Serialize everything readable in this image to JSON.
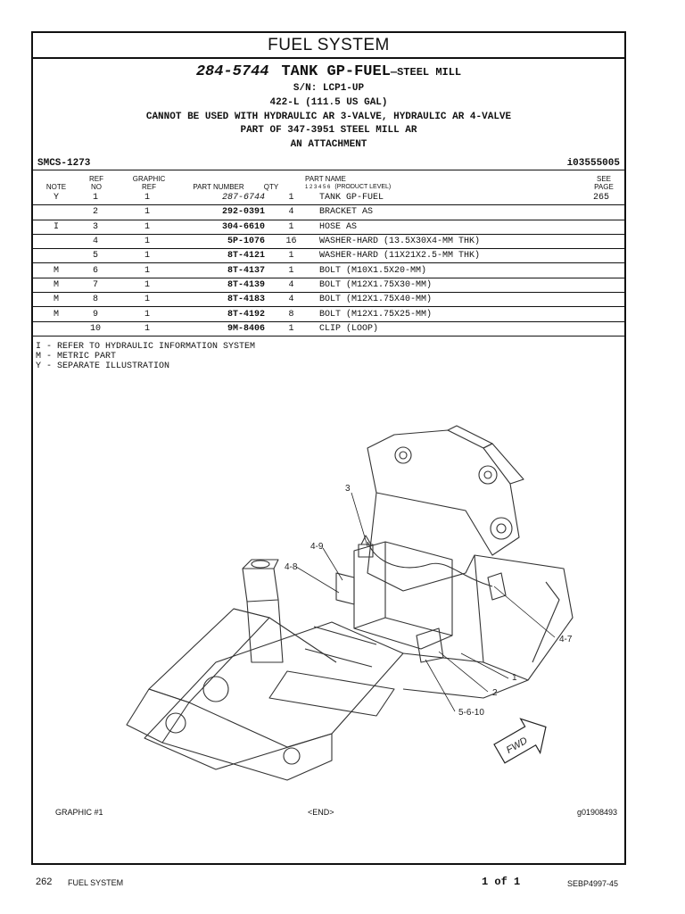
{
  "section_title": "FUEL SYSTEM",
  "header": {
    "part_number": "284-5744",
    "title_main": "TANK GP-FUEL",
    "title_sub": "—STEEL MILL",
    "serial": "S/N: LCP1-UP",
    "capacity": "422-L (111.5 US GAL)",
    "restriction": "CANNOT BE USED WITH  HYDRAULIC AR 3-VALVE, HYDRAULIC AR 4-VALVE",
    "part_of": "PART OF 347-3951 STEEL MILL AR",
    "attachment": "AN ATTACHMENT"
  },
  "smcs": "SMCS-1273",
  "doc_id": "i03555005",
  "columns": {
    "note": "NOTE",
    "ref_top": "REF",
    "ref_bottom": "NO",
    "graphic_top": "GRAPHIC",
    "graphic_bottom": "REF",
    "part_number": "PART NUMBER",
    "qty": "QTY",
    "part_name": "PART NAME",
    "product_level_digits": "1  2  3  4  5  6",
    "product_level": "(PRODUCT LEVEL)",
    "see_top": "SEE",
    "see_bottom": "PAGE"
  },
  "rows": [
    {
      "note": "Y",
      "ref": "1",
      "graphic": "1",
      "part": "287-6744",
      "qty": "1",
      "name": "TANK GP-FUEL",
      "see": "265"
    },
    {
      "note": "",
      "ref": "2",
      "graphic": "1",
      "part": "292-0391",
      "qty": "4",
      "name": "BRACKET AS",
      "see": ""
    },
    {
      "note": "I",
      "ref": "3",
      "graphic": "1",
      "part": "304-6610",
      "qty": "1",
      "name": "HOSE AS",
      "see": ""
    },
    {
      "note": "",
      "ref": "4",
      "graphic": "1",
      "part": "5P-1076",
      "qty": "16",
      "name": "WASHER-HARD  (13.5X30X4-MM THK)",
      "see": ""
    },
    {
      "note": "",
      "ref": "5",
      "graphic": "1",
      "part": "8T-4121",
      "qty": "1",
      "name": "WASHER-HARD  (11X21X2.5-MM THK)",
      "see": ""
    },
    {
      "note": "M",
      "ref": "6",
      "graphic": "1",
      "part": "8T-4137",
      "qty": "1",
      "name": "BOLT  (M10X1.5X20-MM)",
      "see": ""
    },
    {
      "note": "M",
      "ref": "7",
      "graphic": "1",
      "part": "8T-4139",
      "qty": "4",
      "name": "BOLT  (M12X1.75X30-MM)",
      "see": ""
    },
    {
      "note": "M",
      "ref": "8",
      "graphic": "1",
      "part": "8T-4183",
      "qty": "4",
      "name": "BOLT  (M12X1.75X40-MM)",
      "see": ""
    },
    {
      "note": "M",
      "ref": "9",
      "graphic": "1",
      "part": "8T-4192",
      "qty": "8",
      "name": "BOLT  (M12X1.75X25-MM)",
      "see": ""
    },
    {
      "note": "",
      "ref": "10",
      "graphic": "1",
      "part": "9M-8406",
      "qty": "1",
      "name": "CLIP  (LOOP)",
      "see": ""
    }
  ],
  "legend": [
    "I - REFER TO HYDRAULIC INFORMATION SYSTEM",
    "M - METRIC PART",
    "Y - SEPARATE ILLUSTRATION"
  ],
  "callouts": {
    "c3": "3",
    "c49": "4-9",
    "c48": "4-8",
    "c47": "4-7",
    "c1": "1",
    "c2": "2",
    "c5610": "5-6-10",
    "fwd": "FWD"
  },
  "graphic_footer": {
    "label": "GRAPHIC #1",
    "end": "<END>",
    "graphic_id": "g01908493"
  },
  "page_footer": {
    "page_number": "262",
    "section": "FUEL SYSTEM",
    "page_of": "1 of 1",
    "doc_number": "SEBP4997-45"
  }
}
